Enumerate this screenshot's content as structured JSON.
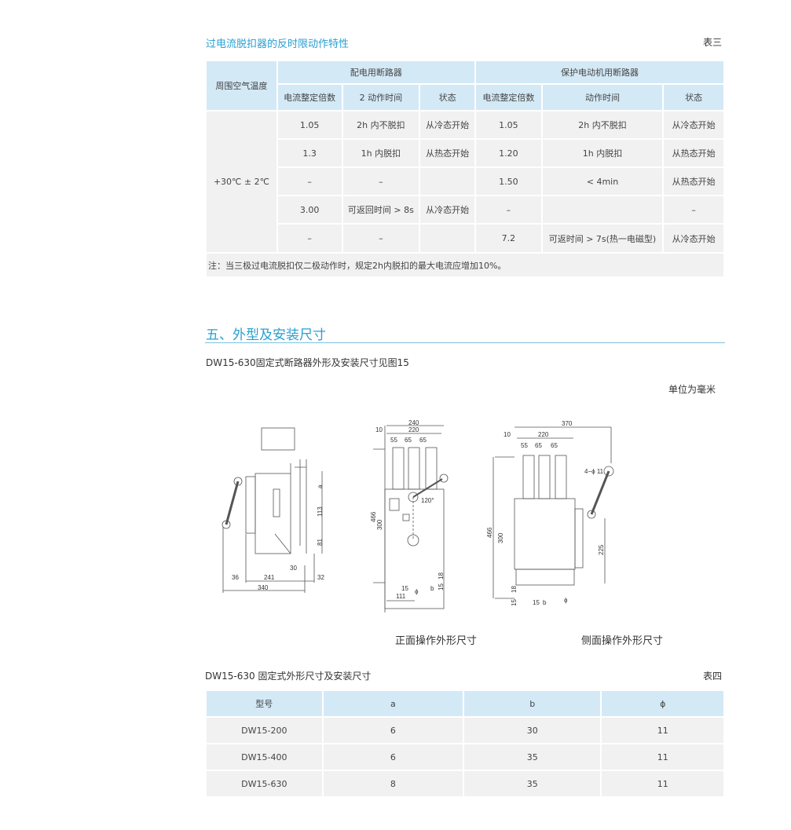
{
  "table3": {
    "title": "过电流脱扣器的反时限动作特性",
    "label": "表三",
    "col_temp": "周围空气温度",
    "group1": "配电用断路器",
    "group2": "保护电动机用断路器",
    "subheaders": [
      "电流整定倍数",
      "2 动作时间",
      "状态",
      "电流整定倍数",
      "动作时间",
      "状态"
    ],
    "temp_value": "+30℃ ± 2℃",
    "rows": [
      [
        "1.05",
        "2h 内不脱扣",
        "从冷态开始",
        "1.05",
        "2h 内不脱扣",
        "从冷态开始"
      ],
      [
        "1.3",
        "1h 内脱扣",
        "从热态开始",
        "1.20",
        "1h 内脱扣",
        "从热态开始"
      ],
      [
        "–",
        "–",
        "",
        "1.50",
        "< 4min",
        "从热态开始"
      ],
      [
        "3.00",
        "可返回时间 > 8s",
        "从冷态开始",
        "–",
        "",
        "–"
      ],
      [
        "–",
        "–",
        "",
        "7.2",
        "可返时间 > 7s(热一电磁型)",
        "从冷态开始"
      ]
    ],
    "note": "注：当三极过电流脱扣仅二极动作时，规定2h内脱扣的最大电流应增加10%。"
  },
  "section": {
    "heading": "五、外型及安装尺寸",
    "intro": "DW15-630固定式断路器外形及安装尺寸见图15",
    "unit": "单位为毫米"
  },
  "drawings": {
    "side_view_dims": {
      "a": "a",
      "d113": "113",
      "d81": "81",
      "d30": "30",
      "d36": "36",
      "d241": "241",
      "d32": "32",
      "d340": "340"
    },
    "front": {
      "caption": "正面操作外形尺寸",
      "d240": "240",
      "d220": "220",
      "d10": "10",
      "d55": "55",
      "d65a": "65",
      "d65b": "65",
      "d466": "466",
      "d300": "300",
      "angle": "120°",
      "d111": "111",
      "d15a": "15",
      "b": "b",
      "d15b": "15",
      "d18": "18",
      "phi": "ϕ"
    },
    "side": {
      "caption": "侧面操作外形尺寸",
      "d370": "370",
      "d220": "220",
      "d10": "10",
      "d55": "55",
      "d65a": "65",
      "d65b": "65",
      "holes": "4−ϕ 11",
      "d466": "466",
      "d300": "300",
      "d225": "225",
      "d18": "18",
      "d15a": "15",
      "d15b": "15",
      "b": "b",
      "phi": "ϕ"
    }
  },
  "table4": {
    "title": "DW15-630 固定式外形尺寸及安装尺寸",
    "label": "表四",
    "headers": [
      "型号",
      "a",
      "b",
      "ϕ"
    ],
    "rows": [
      [
        "DW15-200",
        "6",
        "30",
        "11"
      ],
      [
        "DW15-400",
        "6",
        "35",
        "11"
      ],
      [
        "DW15-630",
        "8",
        "35",
        "11"
      ]
    ]
  }
}
